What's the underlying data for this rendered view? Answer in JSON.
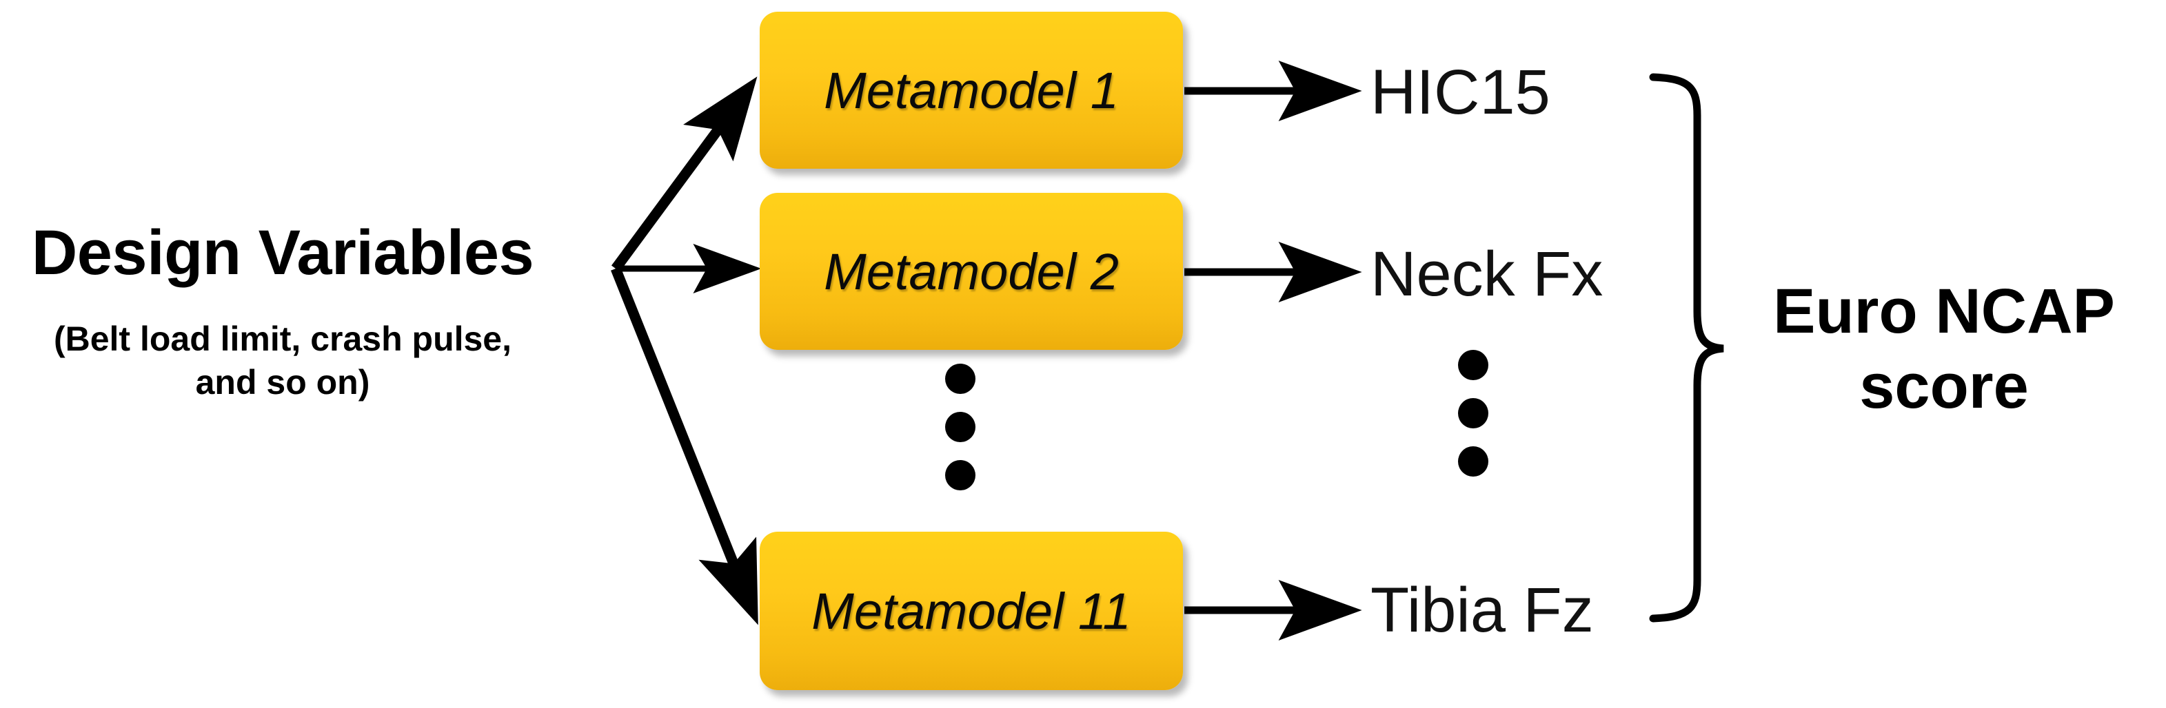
{
  "diagram": {
    "title": "Metamodel-based Euro NCAP score prediction flow",
    "background_color": "#ffffff",
    "accent_color": "#FFC91A",
    "line_color": "#000000"
  },
  "inputs": {
    "title": "Design Variables",
    "subtitle_line1": "(Belt load limit, crash pulse,",
    "subtitle_line2": "and so on)"
  },
  "models": [
    {
      "label": "Metamodel 1"
    },
    {
      "label": "Metamodel 2"
    },
    {
      "label": "Metamodel 11"
    }
  ],
  "model_ellipsis": {
    "dots": 3
  },
  "outputs": [
    {
      "label": "HIC15"
    },
    {
      "label": "Neck Fx"
    },
    {
      "label": "Tibia Fz"
    }
  ],
  "output_ellipsis": {
    "dots": 3
  },
  "summary": {
    "line1": "Euro NCAP",
    "line2": "score"
  },
  "icons": {
    "brace": "right-curly-brace-icon",
    "fanout": "fan-out-arrows-icon",
    "arrow": "arrow-right-icon",
    "ellipsis": "vertical-ellipsis-icon"
  }
}
